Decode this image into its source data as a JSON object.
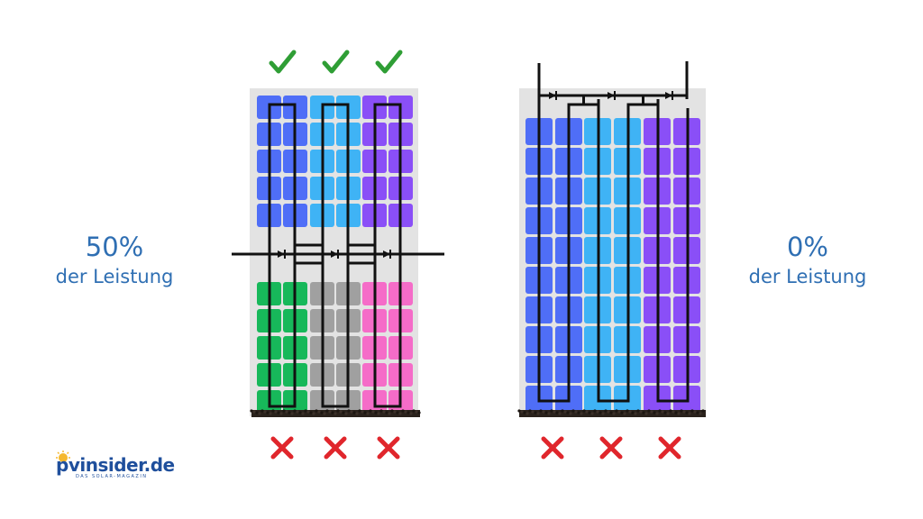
{
  "left": {
    "percent": "50%",
    "caption": "der Leistung",
    "status_top": [
      "ok",
      "ok",
      "ok"
    ],
    "status_bottom": [
      "fail",
      "fail",
      "fail"
    ],
    "top_colors": [
      "#4f6ef7",
      "#3fb3f5",
      "#8a4ff7"
    ],
    "bottom_colors": [
      "#17b85a",
      "#a0a0a0",
      "#f56cc8"
    ]
  },
  "right": {
    "percent": "0%",
    "caption": "der Leistung",
    "status_bottom": [
      "fail",
      "fail",
      "fail"
    ],
    "colors": [
      "#4f6ef7",
      "#3fb3f5",
      "#8a4ff7"
    ]
  },
  "colors": {
    "text": "#2f6fb3",
    "check": "#2f9e35",
    "cross": "#e0262c",
    "frame": "#e3e3e3",
    "wire": "#111111",
    "soil": "#2a221c"
  },
  "logo": {
    "brand": "pvinsider.de",
    "tagline": "DAS SOLAR-MAGAZIN"
  }
}
